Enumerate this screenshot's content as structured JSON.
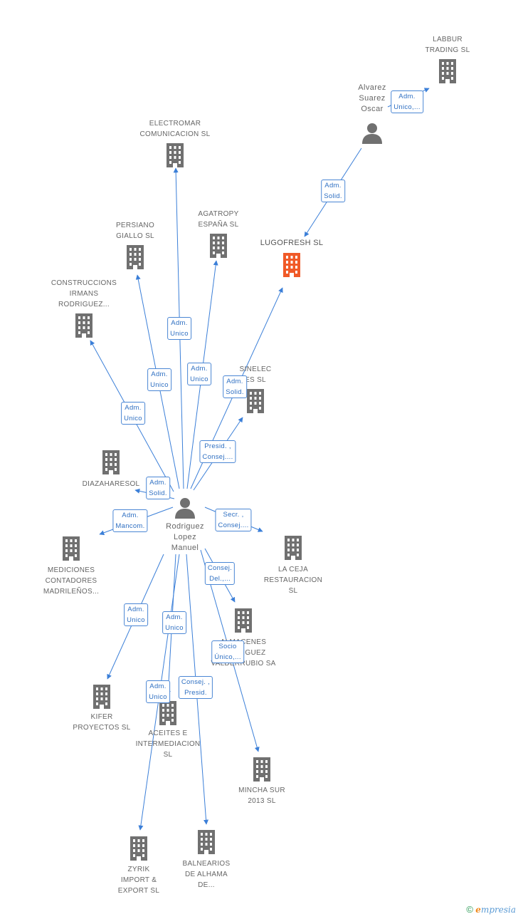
{
  "colors": {
    "edge": "#3b7fd8",
    "building": "#707070",
    "focus": "#f05a28",
    "person": "#707070"
  },
  "people": [
    {
      "id": "rodriguez",
      "name": "Rodriguez\nLopez\nManuel"
    },
    {
      "id": "alvarez",
      "name": "Alvarez\nSuarez\nOscar"
    }
  ],
  "companies": [
    {
      "id": "labbur",
      "name": "LABBUR\nTRADING  SL",
      "focus": false
    },
    {
      "id": "electromar",
      "name": "ELECTROMAR\nCOMUNICACION SL",
      "focus": false
    },
    {
      "id": "persiano",
      "name": "PERSIANO\nGIALLO SL",
      "focus": false
    },
    {
      "id": "agatropy",
      "name": "AGATROPY\nESPAÑA SL",
      "focus": false
    },
    {
      "id": "lugofresh",
      "name": "LUGOFRESH SL",
      "focus": true
    },
    {
      "id": "construccions",
      "name": "CONSTRUCCIONS\nIRMANS\nRODRIGUEZ...",
      "focus": false
    },
    {
      "id": "sinelec",
      "name": "SINELEC\nES  SL",
      "focus": false
    },
    {
      "id": "diazaharesol",
      "name": "DIAZAHARESOL",
      "focus": false
    },
    {
      "id": "mediciones",
      "name": "MEDICIONES\nCONTADORES\nMADRILEÑOS...",
      "focus": false
    },
    {
      "id": "laceja",
      "name": "LA CEJA\nRESTAURACION\nSL",
      "focus": false
    },
    {
      "id": "almacenes",
      "name": "ALMACENES\nRODRIGUEZ\nVALDERRUBIO SA",
      "focus": false
    },
    {
      "id": "kifer",
      "name": "KIFER\nPROYECTOS SL",
      "focus": false
    },
    {
      "id": "aceites",
      "name": "ACEITES E\nINTERMEDIACION\nSL",
      "focus": false
    },
    {
      "id": "mincha",
      "name": "MINCHA SUR\n2013 SL",
      "focus": false
    },
    {
      "id": "zyrik",
      "name": "ZYRIK\nIMPORT &\nEXPORT  SL",
      "focus": false
    },
    {
      "id": "balnearios",
      "name": "BALNEARIOS\nDE ALHAMA\nDE...",
      "focus": false
    }
  ],
  "relations": [
    {
      "from": "alvarez",
      "to": "labbur",
      "role": "Adm.\nUnico,..."
    },
    {
      "from": "alvarez",
      "to": "lugofresh",
      "role": "Adm.\nSolid."
    },
    {
      "from": "rodriguez",
      "to": "electromar",
      "role": "Adm.\nUnico"
    },
    {
      "from": "rodriguez",
      "to": "persiano",
      "role": "Adm.\nUnico"
    },
    {
      "from": "rodriguez",
      "to": "agatropy",
      "role": "Adm.\nUnico"
    },
    {
      "from": "rodriguez",
      "to": "lugofresh",
      "role": "Adm.\nSolid."
    },
    {
      "from": "rodriguez",
      "to": "construccions",
      "role": "Adm.\nUnico"
    },
    {
      "from": "rodriguez",
      "to": "sinelec",
      "role": "Presid. ,\nConsej...."
    },
    {
      "from": "rodriguez",
      "to": "diazaharesol",
      "role": "Adm.\nSolid."
    },
    {
      "from": "rodriguez",
      "to": "mediciones",
      "role": "Adm.\nMancom."
    },
    {
      "from": "rodriguez",
      "to": "laceja",
      "role": "Secr. ,\nConsej...."
    },
    {
      "from": "rodriguez",
      "to": "almacenes",
      "role": "Consej.\nDel.,..."
    },
    {
      "from": "rodriguez",
      "to": "mincha",
      "role": "Socio\nÚnico,..."
    },
    {
      "from": "rodriguez",
      "to": "kifer",
      "role": "Adm.\nUnico"
    },
    {
      "from": "rodriguez",
      "to": "aceites",
      "role": "Adm.\nUnico"
    },
    {
      "from": "rodriguez",
      "to": "zyrik",
      "role": "Adm.\nUnico"
    },
    {
      "from": "rodriguez",
      "to": "balnearios",
      "role": "Consej. ,\nPresid."
    }
  ],
  "footer": {
    "copyright": "©",
    "brand_initial": "e",
    "brand_rest": "mpresia"
  }
}
